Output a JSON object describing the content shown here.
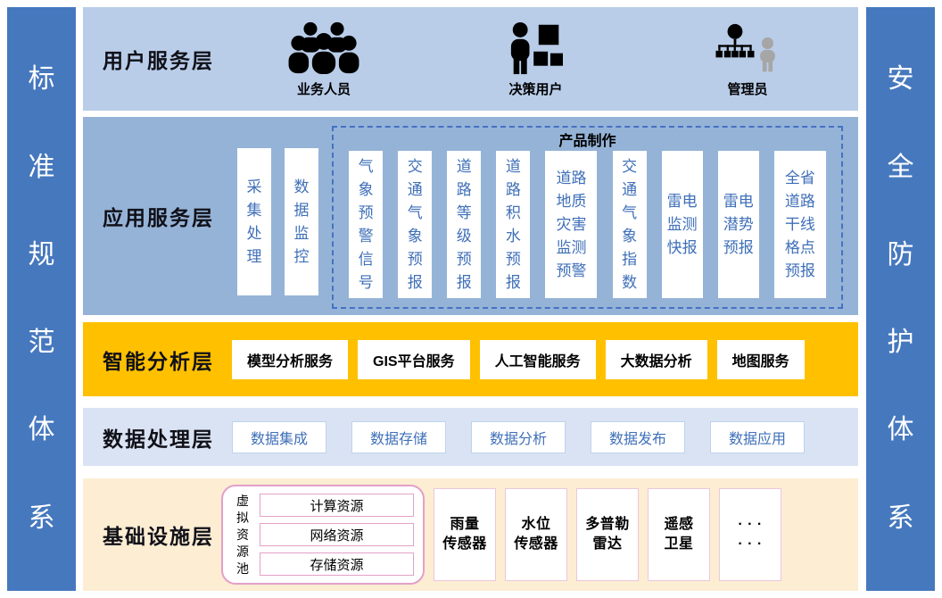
{
  "sidebars": {
    "left": {
      "label": "标准规范体系",
      "chars": [
        "标",
        "准",
        "规",
        "范",
        "体",
        "系"
      ]
    },
    "right": {
      "label": "安全防护体系",
      "chars": [
        "安",
        "全",
        "防",
        "护",
        "体",
        "系"
      ]
    }
  },
  "user_layer": {
    "title": "用户服务层",
    "roles": [
      {
        "label": "业务人员",
        "icon": "business-users-icon"
      },
      {
        "label": "决策用户",
        "icon": "decision-user-icon"
      },
      {
        "label": "管理员",
        "icon": "admin-icon"
      }
    ]
  },
  "app_layer": {
    "title": "应用服务层",
    "standalone": [
      {
        "label": "采集处理",
        "lines": [
          "采",
          "集",
          "处",
          "理"
        ]
      },
      {
        "label": "数据监控",
        "lines": [
          "数",
          "据",
          "监",
          "控"
        ]
      }
    ],
    "product_group": {
      "title": "产品制作",
      "boxes": [
        {
          "label": "气象预警信号",
          "lines": [
            "气",
            "象",
            "预",
            "警",
            "信",
            "号"
          ]
        },
        {
          "label": "交通气象预报",
          "lines": [
            "交",
            "通",
            "气",
            "象",
            "预",
            "报"
          ]
        },
        {
          "label": "道路等级预报",
          "lines": [
            "道",
            "路",
            "等",
            "级",
            "预",
            "报"
          ]
        },
        {
          "label": "道路积水预报",
          "lines": [
            "道",
            "路",
            "积",
            "水",
            "预",
            "报"
          ]
        },
        {
          "label": "道路地质灾害监测预警",
          "lines": [
            "道路",
            "地质",
            "灾害",
            "监测",
            "预警"
          ]
        },
        {
          "label": "交通气象指数",
          "lines": [
            "交",
            "通",
            "气",
            "象",
            "指",
            "数"
          ]
        },
        {
          "label": "雷电监测快报",
          "lines": [
            "雷电",
            "监测",
            "快报"
          ]
        },
        {
          "label": "雷电潜势预报",
          "lines": [
            "雷电",
            "潜势",
            "预报"
          ]
        },
        {
          "label": "全省道路干线格点预报",
          "lines": [
            "全省",
            "道路",
            "干线",
            "格点",
            "预报"
          ]
        }
      ]
    }
  },
  "analysis_layer": {
    "title": "智能分析层",
    "boxes": [
      {
        "label": "模型分析服务"
      },
      {
        "label": "GIS平台服务"
      },
      {
        "label": "人工智能服务"
      },
      {
        "label": "大数据分析"
      },
      {
        "label": "地图服务"
      }
    ]
  },
  "data_layer": {
    "title": "数据处理层",
    "boxes": [
      {
        "label": "数据集成"
      },
      {
        "label": "数据存储"
      },
      {
        "label": "数据分析"
      },
      {
        "label": "数据发布"
      },
      {
        "label": "数据应用"
      }
    ]
  },
  "infra_layer": {
    "title": "基础设施层",
    "pool": {
      "label": "虚拟资源池",
      "chars": [
        "虚",
        "拟",
        "资",
        "源",
        "池"
      ],
      "resources": [
        {
          "label": "计算资源"
        },
        {
          "label": "网络资源"
        },
        {
          "label": "存储资源"
        }
      ]
    },
    "devices": [
      {
        "label": "雨量传感器",
        "lines": [
          "雨量",
          "传感器"
        ]
      },
      {
        "label": "水位传感器",
        "lines": [
          "水位",
          "传感器"
        ]
      },
      {
        "label": "多普勒雷达",
        "lines": [
          "多普勒",
          "雷达"
        ]
      },
      {
        "label": "遥感卫星",
        "lines": [
          "遥感",
          "卫星"
        ]
      },
      {
        "label": "其他设备",
        "lines": [
          "· · ·",
          "· · ·"
        ]
      }
    ]
  },
  "colors": {
    "sidebar_bg": "#4678BE",
    "user_layer_bg": "#B9CDE9",
    "app_layer_bg": "#95B3D7",
    "analysis_layer_bg": "#FFC000",
    "data_layer_bg": "#DAE3F3",
    "infra_layer_bg": "#FCEDD3",
    "box_text_blue": "#3F6FB8",
    "dashed_border_blue": "#4472C4",
    "pink_border": "#E3A0C8"
  }
}
